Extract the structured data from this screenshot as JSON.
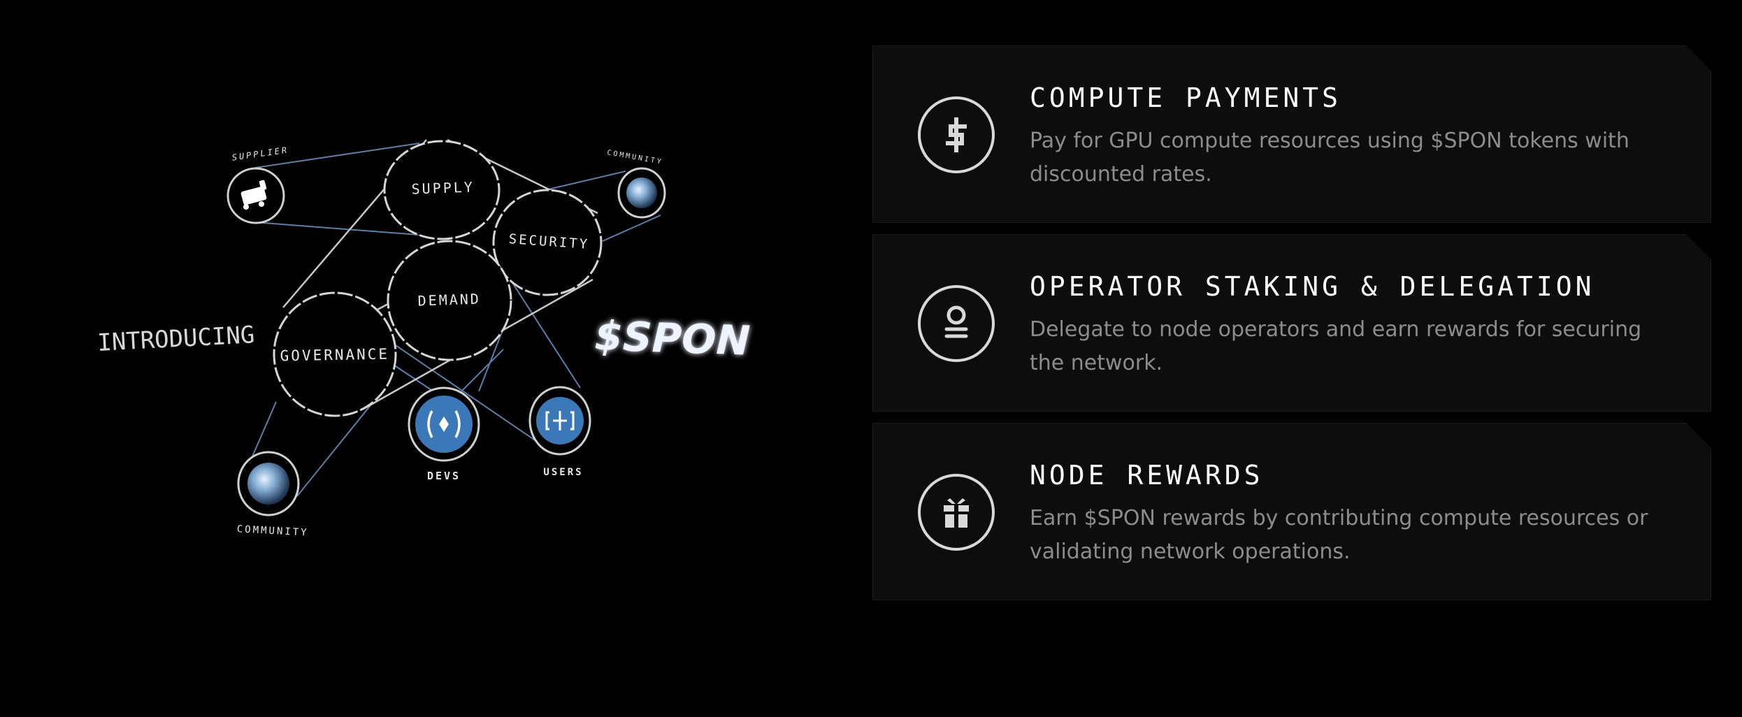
{
  "diagram": {
    "intro_label": "INTRODUCING",
    "token_label": "$SPON",
    "nodes": {
      "supply": "SUPPLY",
      "security": "SECURITY",
      "demand": "DEMAND",
      "governance": "GOVERNANCE"
    },
    "satellites": {
      "supplier": "SUPPLIER",
      "community_top": "COMMUNITY",
      "community_bottom": "COMMUNITY",
      "devs": "DEVS",
      "users": "USERS"
    },
    "colors": {
      "line": "#c8c8c8",
      "link": "#5a7fa8",
      "badge": "#3a78b8"
    }
  },
  "cards": [
    {
      "icon": "dollar-icon",
      "title": "COMPUTE PAYMENTS",
      "description": "Pay for GPU compute resources using $SPON tokens with discounted rates."
    },
    {
      "icon": "staking-icon",
      "title": "OPERATOR STAKING & DELEGATION",
      "description": "Delegate to node operators and earn rewards for securing the network."
    },
    {
      "icon": "gift-icon",
      "title": "NODE REWARDS",
      "description": "Earn $SPON rewards by contributing compute resources or validating network operations."
    }
  ]
}
